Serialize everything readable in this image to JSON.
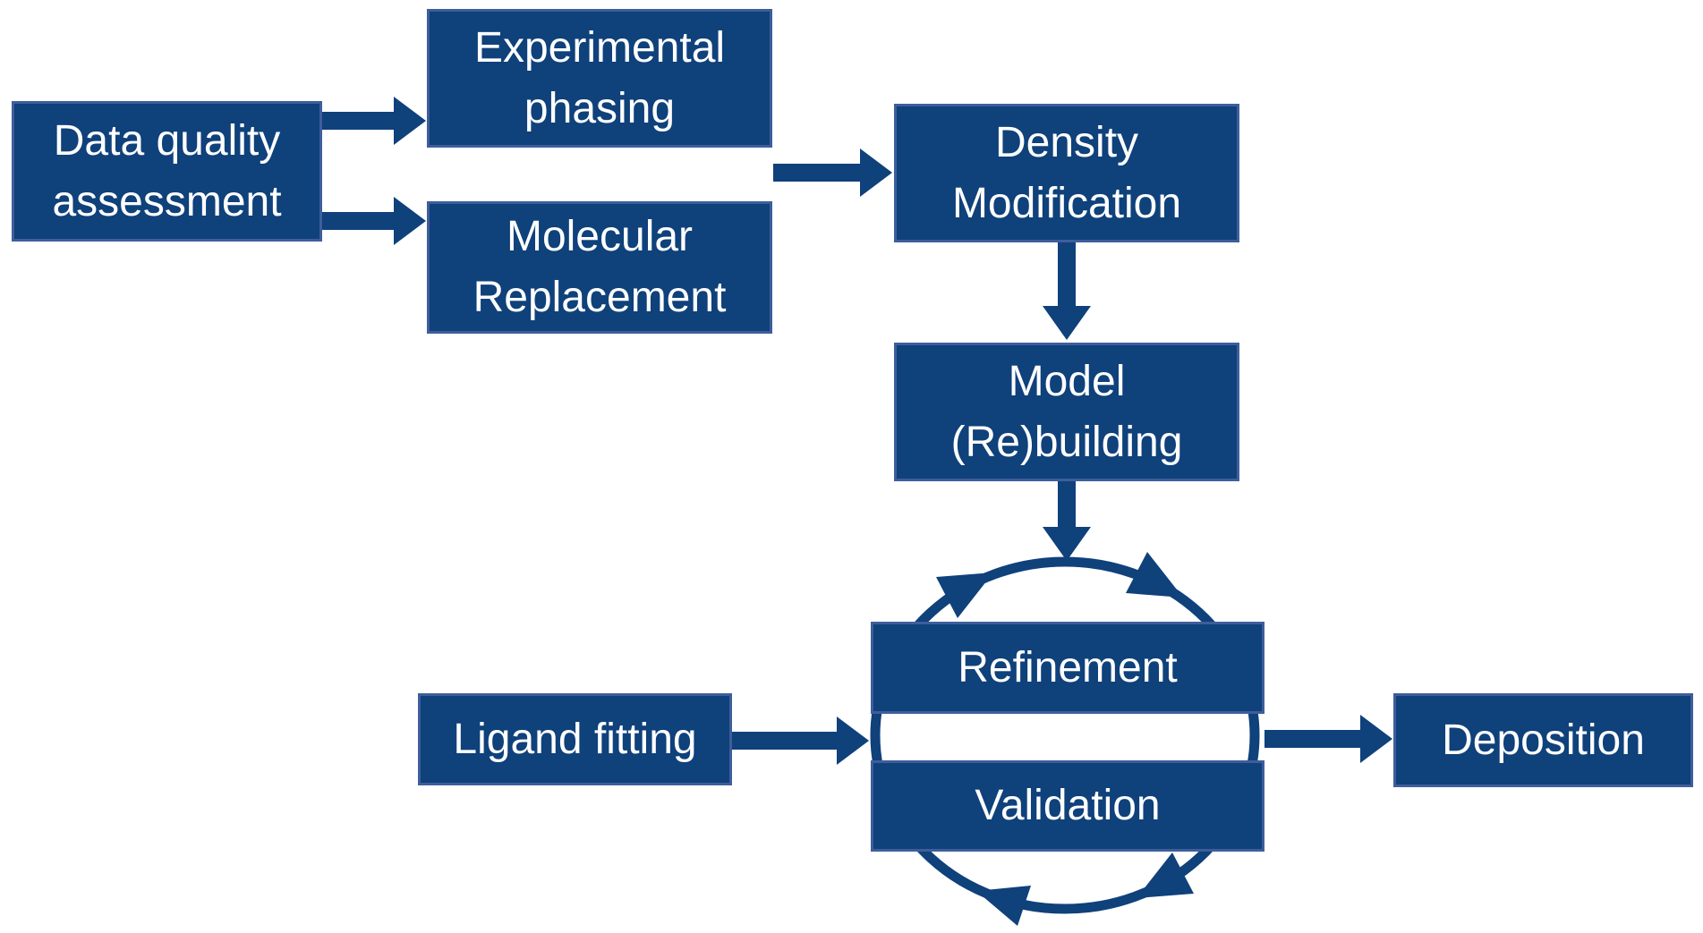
{
  "colors": {
    "background": "#ffffff",
    "box_fill": "#0f417b",
    "box_border": "#3e5e9b",
    "arrow": "#0f417b",
    "text": "#ffffff"
  },
  "nodes": {
    "data_quality_assessment": {
      "label": "Data quality\nassessment"
    },
    "experimental_phasing": {
      "label": "Experimental\nphasing"
    },
    "molecular_replacement": {
      "label": "Molecular\nReplacement"
    },
    "density_modification": {
      "label": "Density\nModification"
    },
    "model_rebuilding": {
      "label": "Model\n(Re)building"
    },
    "refinement": {
      "label": "Refinement"
    },
    "validation": {
      "label": "Validation"
    },
    "ligand_fitting": {
      "label": "Ligand fitting"
    },
    "deposition": {
      "label": "Deposition"
    }
  }
}
